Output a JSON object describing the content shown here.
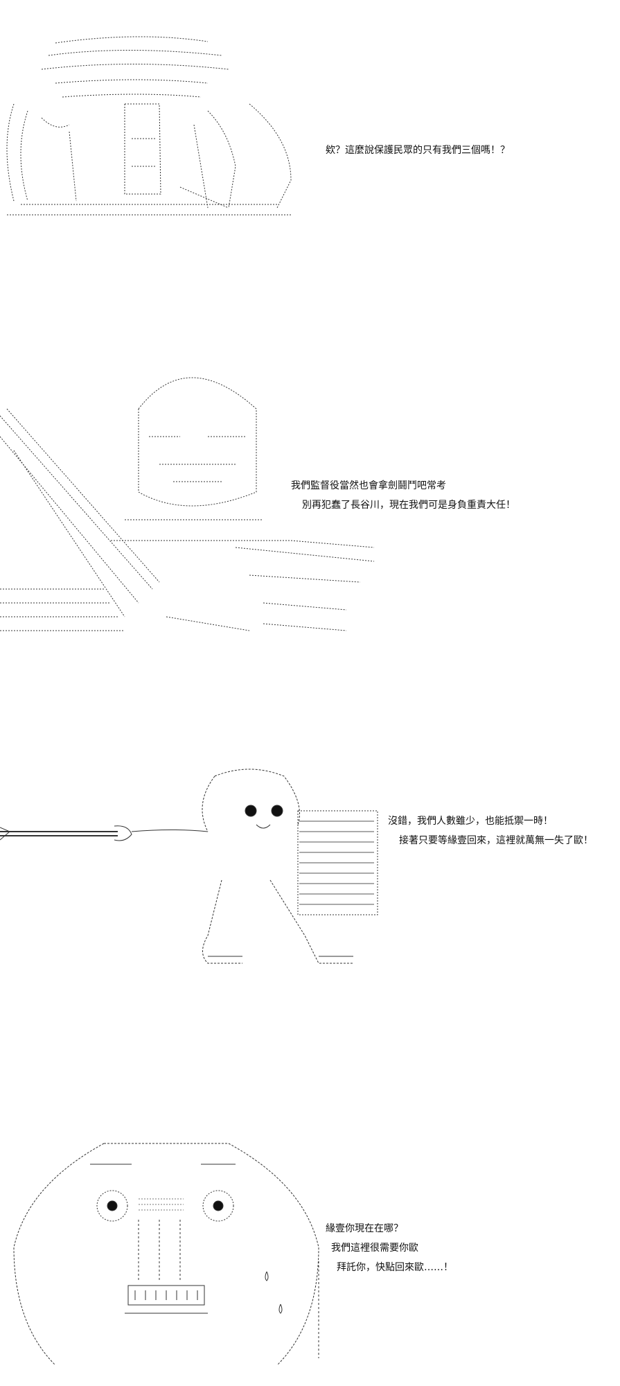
{
  "panels": [
    {
      "art": "cheering-crowd-ascii-art",
      "dialogue": [
        "欸？這麼說保護民眾的只有我們三個嗎！？"
      ]
    },
    {
      "art": "bald-man-with-sword-ascii-art",
      "dialogue": [
        "我們監督役當然也會拿劍鬪鬥吧常考",
        "別再犯蠢了長谷川，現在我們可是身負重責大任！"
      ]
    },
    {
      "art": "round-creature-with-spear-and-shield-ascii-art",
      "dialogue": [
        "沒錯，我們人數雖少，也能抵禦一時！",
        "接著只要等緣壹回來，這裡就萬無一失了歐！"
      ]
    },
    {
      "art": "round-face-closeup-ascii-art",
      "dialogue": [
        "緣壹你現在在哪？",
        "我們這裡很需要你歐",
        "拜託你，快點回來歐……！"
      ]
    }
  ],
  "colors": {
    "ink": "#111111",
    "background": "#ffffff"
  }
}
